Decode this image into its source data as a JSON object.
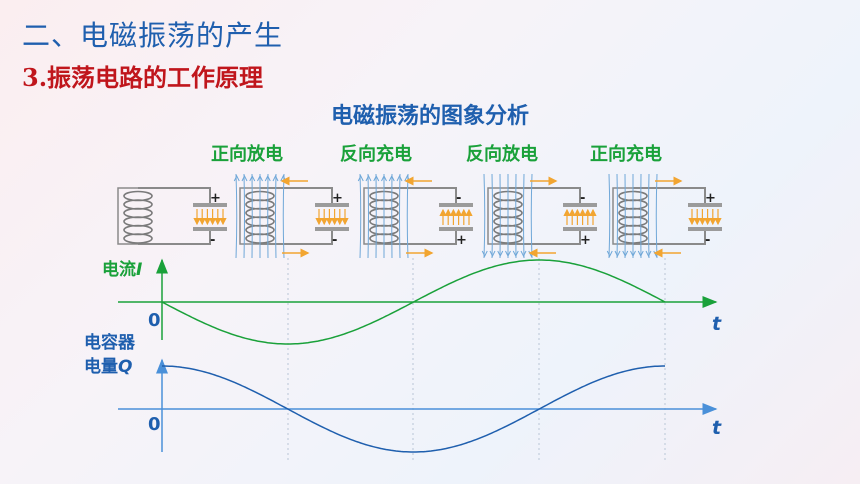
{
  "heading": "二、电磁振荡的产生",
  "subheading": "3.振荡电路的工作原理",
  "diagram_title": "电磁振荡的图象分析",
  "phases": [
    "正向放电",
    "反向充电",
    "反向放电",
    "正向充电"
  ],
  "graph_current": {
    "ylabel_text": "电流",
    "ylabel_symbol": "I",
    "origin_label": "0",
    "xlabel": "t",
    "curve": "negative sine, zero at t=0, minimum at T/4, zero at T/2, maximum at 3T/4, zero at T"
  },
  "graph_charge": {
    "ylabel_line1": "电容器",
    "ylabel_line2_text": "电量",
    "ylabel_line2_symbol": "Q",
    "origin_label": "0",
    "xlabel": "t",
    "curve": "cosine, maximum at t=0, zero at T/4, minimum at T/2, zero at 3T/4, maximum at T"
  },
  "capacitor_signs": [
    {
      "top": "+",
      "bottom": "-"
    },
    {
      "top": "+",
      "bottom": "-"
    },
    {
      "top": "-",
      "bottom": "+"
    },
    {
      "top": "-",
      "bottom": "+"
    },
    {
      "top": "+",
      "bottom": "-"
    }
  ],
  "colors": {
    "heading": "#1f5fae",
    "subheading": "#c0161c",
    "phase_label": "#1aa13a",
    "current_curve": "#1aa13a",
    "charge_curve": "#1f5fae",
    "field_lines": "#6fa7d8",
    "electric_field": "#f2a531",
    "current_arrow": "#f2a531",
    "circuit": "#8a8a8a"
  }
}
